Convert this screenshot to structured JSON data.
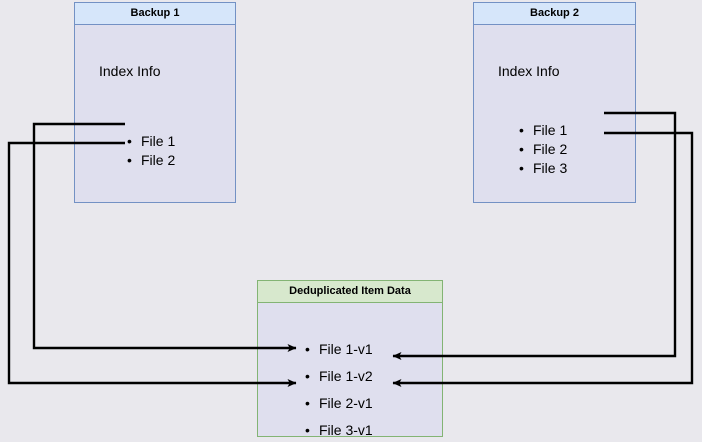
{
  "diagram": {
    "title_semantics": "backup-deduplication-diagram",
    "background_color": "#e9e8ed",
    "boxes": [
      {
        "id": "backup-1",
        "header": "Backup 1",
        "body_label": "Index Info",
        "accent_color": "#7391c4",
        "header_color": "#d6e6fa",
        "items": [
          "File 1",
          "File 2"
        ]
      },
      {
        "id": "backup-2",
        "header": "Backup 2",
        "body_label": "Index Info",
        "accent_color": "#7391c4",
        "header_color": "#d6e6fa",
        "items": [
          "File 1",
          "File 2",
          "File 3"
        ]
      },
      {
        "id": "deduplicated-item-data",
        "header": "Deduplicated Item Data",
        "accent_color": "#83b474",
        "header_color": "#d7e8cd",
        "items": [
          "File 1-v1",
          "File 1-v2",
          "File 2-v1",
          "File 3-v1"
        ]
      }
    ],
    "connections": [
      {
        "from": "backup-1.File 1",
        "to": "deduplicated-item-data.File 1-v1",
        "route": "left"
      },
      {
        "from": "backup-1.File 2",
        "to": "deduplicated-item-data.File 2-v1",
        "route": "left"
      },
      {
        "from": "backup-2.File 1",
        "to": "deduplicated-item-data.File 1-v2",
        "route": "right"
      },
      {
        "from": "backup-2.File 2",
        "to": "deduplicated-item-data.File 2-v1",
        "route": "right"
      }
    ],
    "connector_color": "#000000"
  }
}
